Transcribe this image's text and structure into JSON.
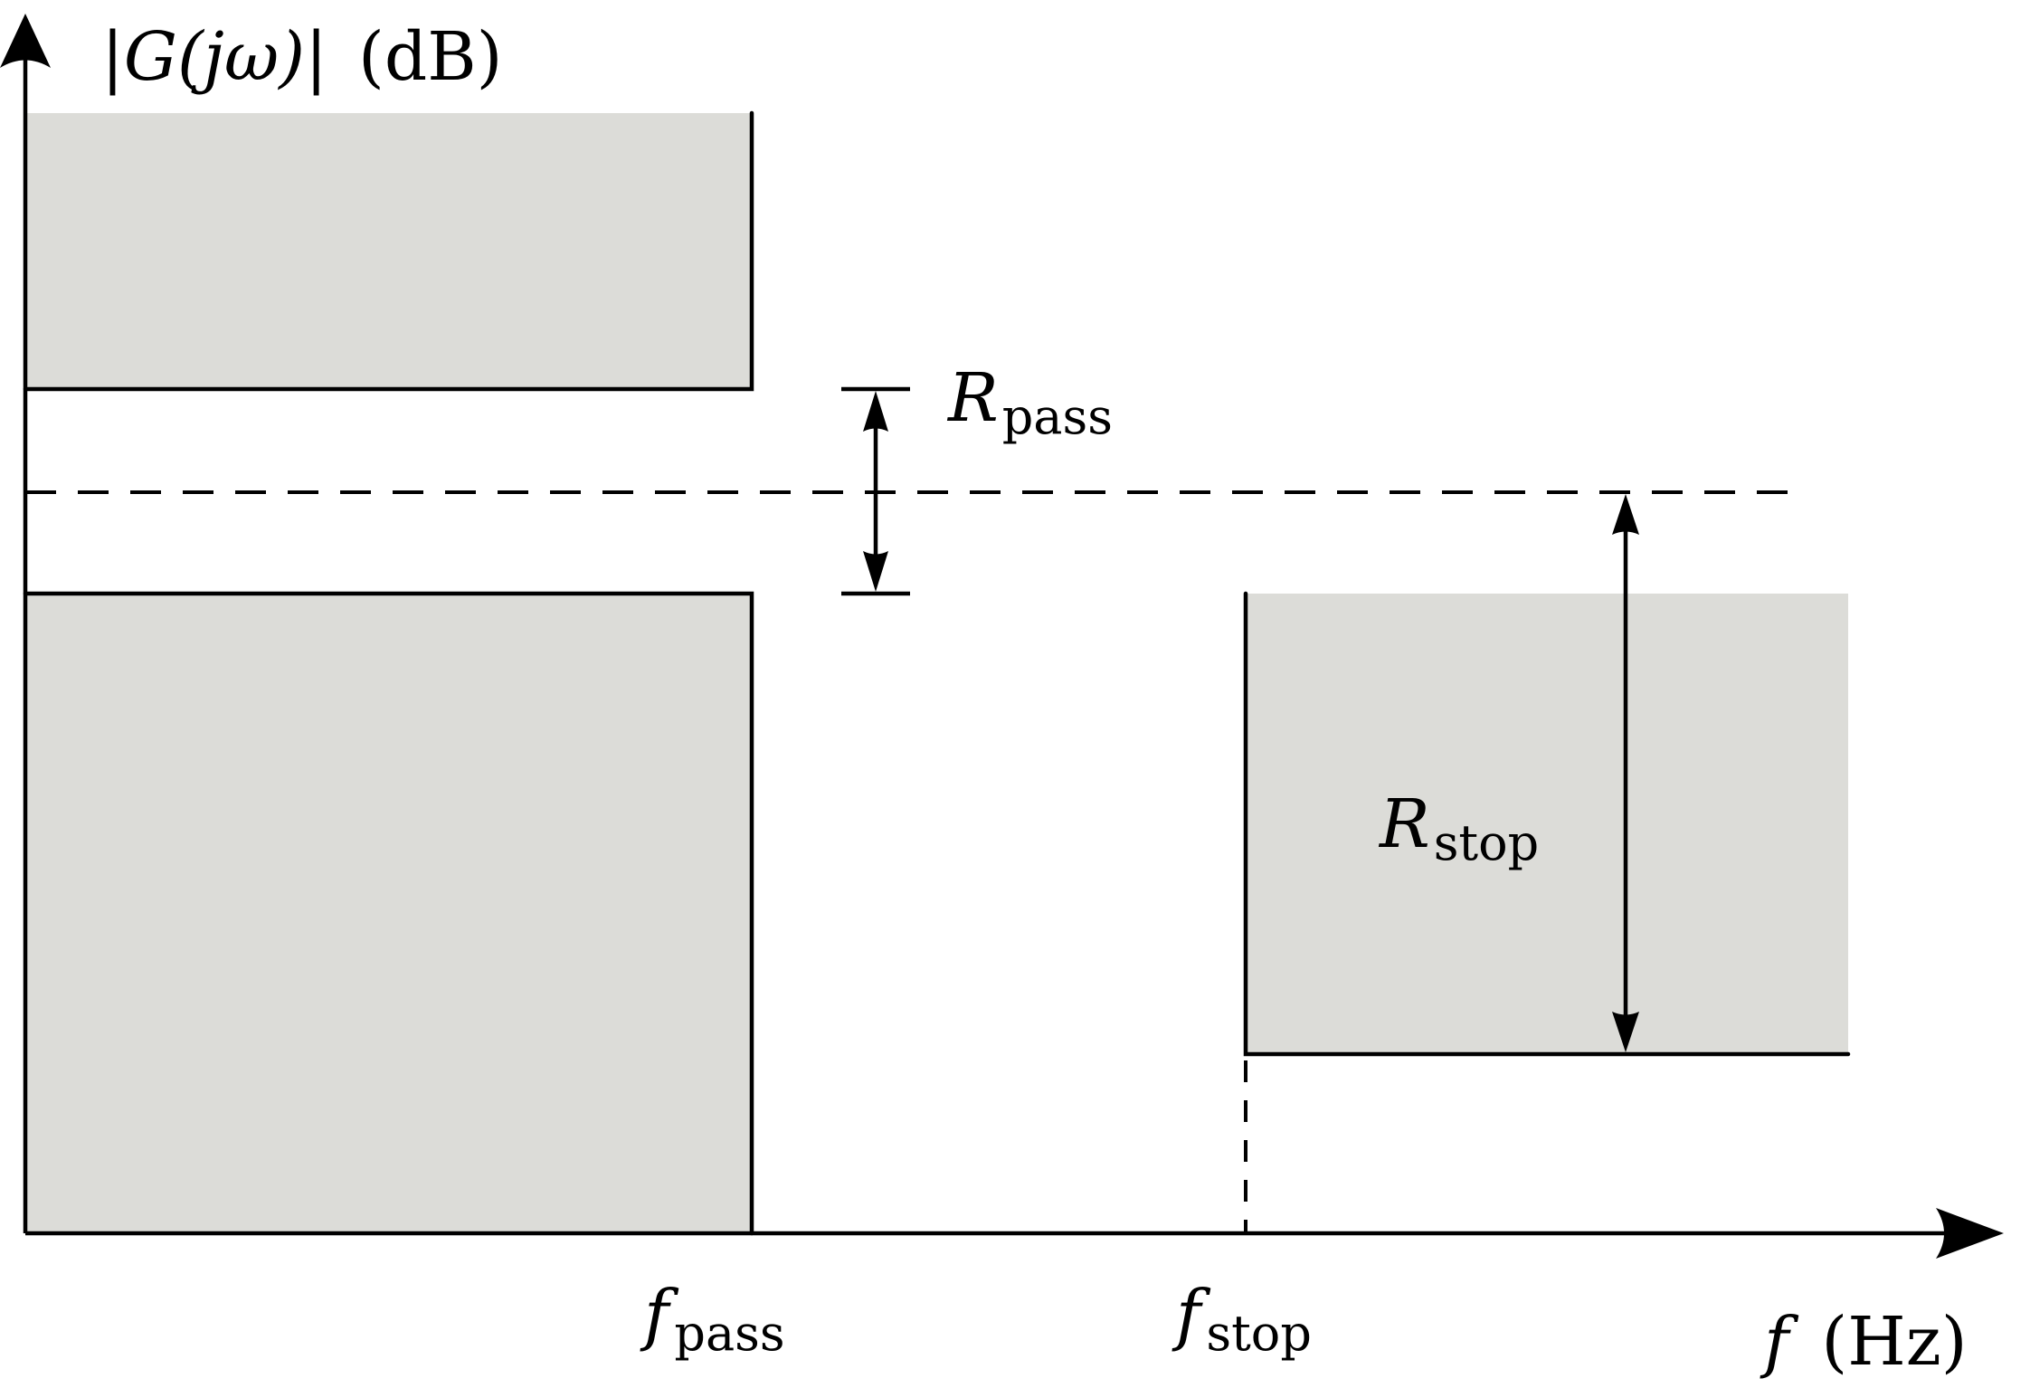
{
  "y_axis": {
    "var": "|G(jω)|",
    "unit": "(dB)"
  },
  "x_axis": {
    "var": "f",
    "unit": "(Hz)"
  },
  "f_pass": {
    "main": "f",
    "sub": "pass"
  },
  "f_stop": {
    "main": "f",
    "sub": "stop"
  },
  "r_pass": {
    "main": "R",
    "sub": "pass"
  },
  "r_stop": {
    "main": "R",
    "sub": "stop"
  },
  "colors": {
    "region_fill": "#dcdcd8",
    "stroke": "#000000"
  }
}
